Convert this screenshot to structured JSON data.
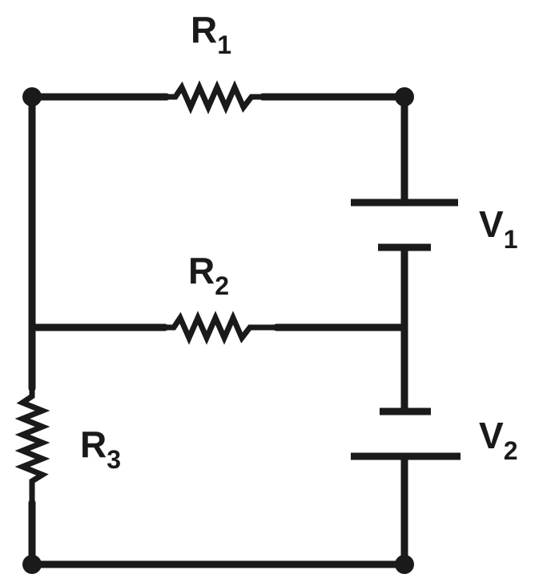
{
  "components": {
    "r1": {
      "letter": "R",
      "sub": "1"
    },
    "r2": {
      "letter": "R",
      "sub": "2"
    },
    "r3": {
      "letter": "R",
      "sub": "3"
    },
    "v1": {
      "letter": "V",
      "sub": "1"
    },
    "v2": {
      "letter": "V",
      "sub": "2"
    }
  },
  "colors": {
    "ink": "#1a1a1a",
    "background": "#ffffff"
  }
}
